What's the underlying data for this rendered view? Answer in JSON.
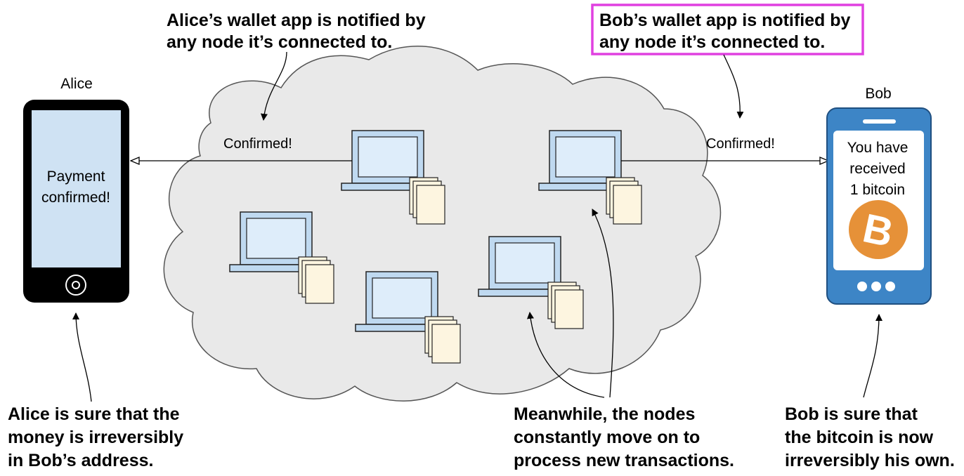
{
  "alice": {
    "name": "Alice",
    "screen_lines": [
      "Payment",
      "confirmed!"
    ],
    "confirm_label": "Confirmed!",
    "caption_top": [
      "Alice’s wallet app is notified by",
      "any node it’s connected to."
    ],
    "caption_bottom": [
      "Alice is sure that the",
      "money is irreversibly",
      "in Bob’s address."
    ]
  },
  "bob": {
    "name": "Bob",
    "screen_lines": [
      "You have",
      "received",
      "1 bitcoin"
    ],
    "coin_symbol": "B",
    "confirm_label": "Confirmed!",
    "caption_top": [
      "Bob’s wallet app is notified by",
      "any node it’s connected to."
    ],
    "caption_bottom": [
      "Bob is sure that",
      "the bitcoin is now",
      "irreversibly his own."
    ]
  },
  "nodes_caption": [
    "Meanwhile, the nodes",
    "constantly move on to",
    "process new transactions."
  ],
  "colors": {
    "cloud_fill": "#e9e9e9",
    "cloud_stroke": "#555555",
    "screen_fill": "#cfe2f3",
    "bob_phone": "#3d85c6",
    "bitcoin": "#e69138",
    "highlight_box": "#e040e0",
    "document_fill": "#fdf5e0"
  }
}
